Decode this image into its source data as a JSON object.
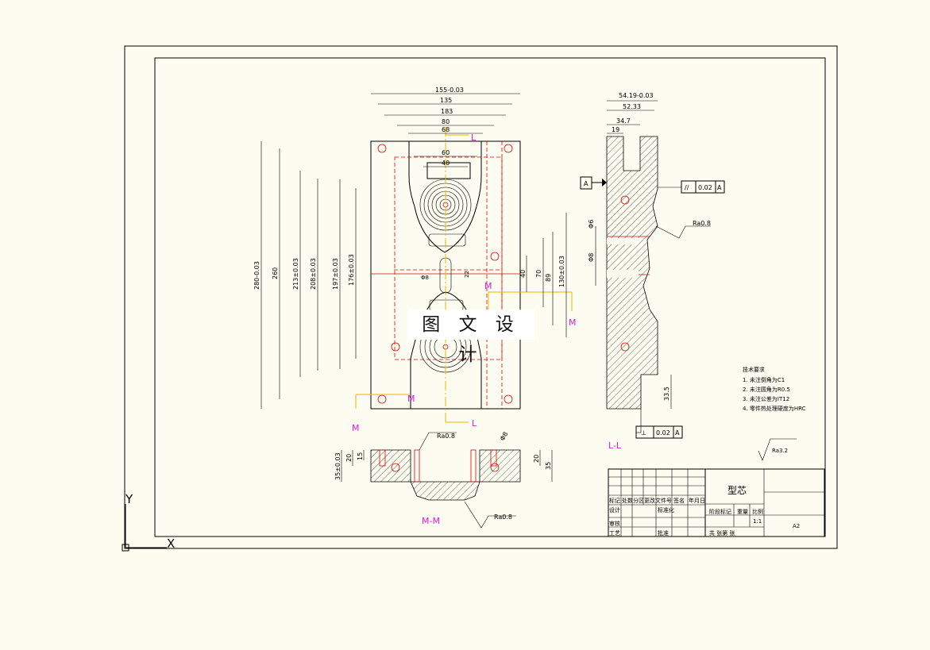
{
  "watermark": "图 文 设 计",
  "top_view": {
    "dims_h": [
      "155-0.03",
      "135",
      "183",
      "80",
      "68",
      "60",
      "40"
    ],
    "dims_v": [
      "280-0.03",
      "260",
      "213±0.03",
      "208±0.03",
      "197±0.03",
      "176±0.03"
    ],
    "dims_right": [
      "40",
      "70",
      "89",
      "130±0.03"
    ],
    "small": [
      "Φ8",
      "22"
    ],
    "section_marks": [
      "M",
      "M",
      "M",
      "M",
      "L",
      "L"
    ]
  },
  "side_view": {
    "dims": [
      "54.19-0.03",
      "52.33",
      "34.7",
      "19"
    ],
    "diameters": [
      "Φ6",
      "Φ8"
    ],
    "dim_v": "33.5",
    "datum": "A",
    "parallel_tol": [
      "//",
      "0.02",
      "A"
    ],
    "perp_tol": [
      "⊥",
      "0.02",
      "A"
    ],
    "roughness": "Ra0.8",
    "label": "L-L"
  },
  "section_mm": {
    "label": "M-M",
    "dims": [
      "35±0.03",
      "20",
      "15",
      "20",
      "35",
      "Φ8"
    ],
    "roughness_top": "Ra0.8",
    "roughness_bottom": "Ra0.8"
  },
  "notes": {
    "title": "技术要求",
    "items": [
      "1. 未注倒角为C1",
      "2. 未注圆角为R0.5",
      "3. 未注公差为IT12",
      "4. 零件热处理硬度为HRC"
    ],
    "roughness": "Ra3.2"
  },
  "title_block": {
    "part_name": "型芯",
    "row_labels": [
      "标记",
      "处数",
      "分区",
      "更改文件号",
      "签名",
      "年月日"
    ],
    "design": "设计",
    "standardize": "标准化",
    "check": "审核",
    "process": "工艺",
    "approve": "批准",
    "stage_mark": "阶段标记",
    "weight": "重量",
    "scale": "比例",
    "scale_value": "1:1",
    "sheet": "共 张第 张",
    "size": "A2"
  },
  "ucs": {
    "x": "X",
    "y": "Y"
  }
}
